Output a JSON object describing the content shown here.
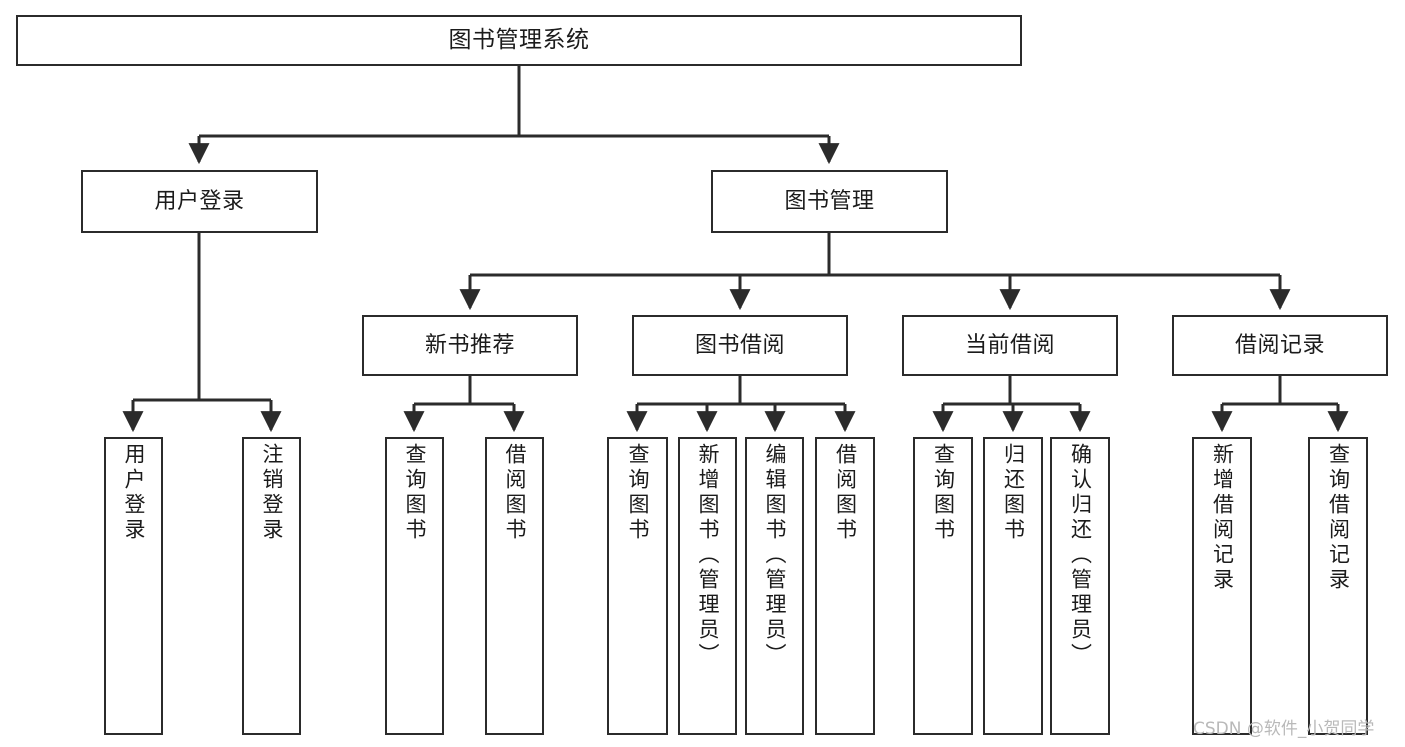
{
  "diagram": {
    "title": "图书管理系统",
    "type": "tree-hierarchy-chart",
    "watermark": "CSDN @软件_小贺同学",
    "colors": {
      "box_border": "#2b2b2b",
      "box_fill": "#ffffff",
      "connector": "#2b2b2b",
      "text": "#1b1b1b",
      "watermark": "#b9b9b9"
    },
    "root": {
      "label": "图书管理系统"
    },
    "level2": [
      {
        "label": "用户登录"
      },
      {
        "label": "图书管理"
      }
    ],
    "level3": [
      {
        "label": "新书推荐"
      },
      {
        "label": "图书借阅"
      },
      {
        "label": "当前借阅"
      },
      {
        "label": "借阅记录"
      }
    ],
    "leaves": {
      "user_login": [
        {
          "label": "用户登录"
        },
        {
          "label": "注销登录"
        }
      ],
      "new_book_recommend": [
        {
          "label": "查询图书"
        },
        {
          "label": "借阅图书"
        }
      ],
      "book_borrow": [
        {
          "label": "查询图书"
        },
        {
          "label": "新增图书（管理员）"
        },
        {
          "label": "编辑图书（管理员）"
        },
        {
          "label": "借阅图书"
        }
      ],
      "current_borrow": [
        {
          "label": "查询图书"
        },
        {
          "label": "归还图书"
        },
        {
          "label": "确认归还（管理员）"
        }
      ],
      "borrow_record": [
        {
          "label": "新增借阅记录"
        },
        {
          "label": "查询借阅记录"
        }
      ]
    }
  }
}
